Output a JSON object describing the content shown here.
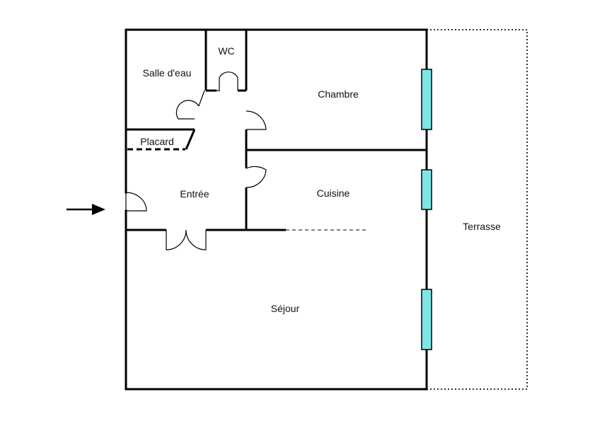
{
  "floor_plan": {
    "rooms": {
      "salle_deau": "Salle d'eau",
      "wc": "WC",
      "chambre": "Chambre",
      "placard": "Placard",
      "entree": "Entrée",
      "cuisine": "Cuisine",
      "terrasse": "Terrasse",
      "sejour": "Séjour"
    },
    "colors": {
      "wall": "#000000",
      "window_fill": "#7fe6e6",
      "terrace_outline": "#333333"
    },
    "icons": {
      "entry_marker": "arrow-right-icon"
    }
  }
}
